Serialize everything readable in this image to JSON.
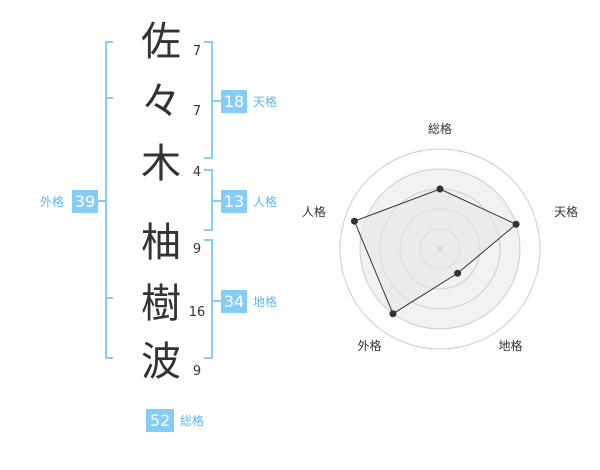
{
  "name": {
    "characters": [
      {
        "char": "佐",
        "strokes": "7"
      },
      {
        "char": "々",
        "strokes": "7"
      },
      {
        "char": "木",
        "strokes": "4"
      },
      {
        "char": "柚",
        "strokes": "9"
      },
      {
        "char": "樹",
        "strokes": "16"
      },
      {
        "char": "波",
        "strokes": "9"
      }
    ]
  },
  "fortunes": {
    "tenkaku": {
      "value": "18",
      "label": "天格"
    },
    "jinkaku": {
      "value": "13",
      "label": "人格"
    },
    "chikaku": {
      "value": "34",
      "label": "地格"
    },
    "gaikaku": {
      "value": "39",
      "label": "外格"
    },
    "soukaku": {
      "value": "52",
      "label": "総格"
    }
  },
  "chart_data": {
    "type": "radar",
    "axes": [
      "総格",
      "天格",
      "地格",
      "外格",
      "人格"
    ],
    "values": [
      3,
      4,
      1.5,
      4,
      4.5
    ],
    "max": 5,
    "rings": 4,
    "colors": {
      "fill": "#f2f2f2",
      "stroke": "#333333",
      "grid": "#cccccc",
      "accent": "#86cdf6"
    }
  }
}
